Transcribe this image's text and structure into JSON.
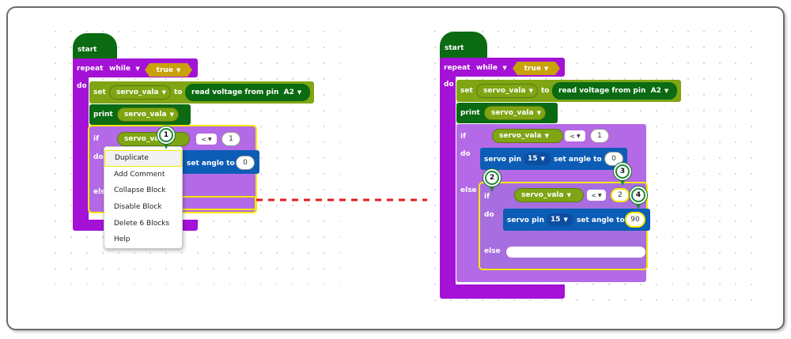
{
  "left": {
    "start": "start",
    "repeat": "repeat",
    "while": "while",
    "true_val": "true",
    "do": "do",
    "set": "set",
    "var": "servo_vala",
    "to": "to",
    "read_voltage": "read voltage from pin",
    "pin": "A2",
    "print": "print",
    "if": "if",
    "lt": "<",
    "one": "1",
    "do2": "do",
    "set_angle_to": "set angle to",
    "zero": "0",
    "else": "else",
    "var_partial": "servo_va"
  },
  "context_menu": {
    "items": [
      "Duplicate",
      "Add Comment",
      "Collapse Block",
      "Disable Block",
      "Delete 6 Blocks",
      "Help"
    ],
    "selected": "Duplicate"
  },
  "right": {
    "start": "start",
    "repeat": "repeat",
    "while": "while",
    "true_val": "true",
    "do": "do",
    "set": "set",
    "var": "servo_vala",
    "to": "to",
    "read_voltage": "read voltage from pin",
    "pin": "A2",
    "print": "print",
    "if": "if",
    "lt": "<",
    "one": "1",
    "do2": "do",
    "servo_pin": "servo pin",
    "pin15": "15",
    "set_angle_to": "set angle to",
    "zero": "0",
    "else": "else",
    "if2": "if",
    "lt2": "<",
    "two": "2",
    "do3": "do",
    "servo_pin2": "servo pin",
    "pin15b": "15",
    "set_angle_to2": "set angle to",
    "ninety": "90",
    "else2": "else"
  },
  "markers": [
    "1",
    "2",
    "3",
    "4"
  ],
  "colors": {
    "arrow": "#e31b1b",
    "marker": "#1e8a3a",
    "highlight": "#f5e800"
  }
}
